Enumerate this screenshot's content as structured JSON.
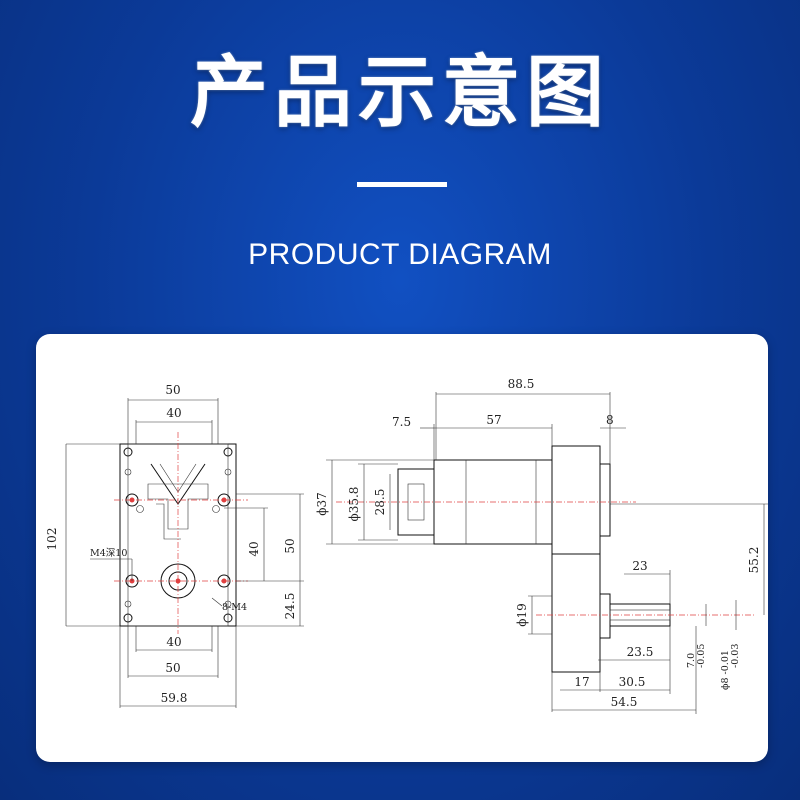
{
  "header": {
    "title": "产品示意图",
    "subtitle": "PRODUCT DIAGRAM"
  },
  "colors": {
    "background": "#0c3d9e",
    "panel": "#ffffff",
    "line": "#111111",
    "centerline": "#e04040"
  },
  "front_view": {
    "dim_top_outer": "50",
    "dim_top_inner": "40",
    "dim_height": "102",
    "dim_right_40": "40",
    "dim_right_50": "50",
    "dim_right_245": "24.5",
    "dim_bottom_inner": "40",
    "dim_bottom_outer": "50",
    "dim_bottom_width": "59.8",
    "label_m4": "M4深10",
    "label_8m4": "8-M4"
  },
  "side_view": {
    "dim_885": "88.5",
    "dim_75": "7.5",
    "dim_57": "57",
    "dim_8": "8",
    "dim_d37": "ϕ37",
    "dim_d358": "ϕ35.8",
    "dim_285": "28.5",
    "dim_552": "55.2",
    "dim_23": "23",
    "dim_d19": "ϕ19",
    "dim_235": "23.5",
    "dim_17": "17",
    "dim_305": "30.5",
    "dim_545": "54.5",
    "tol_7": "7.0",
    "tol_7b": "-0.05",
    "tol_8": "ϕ8 -0.01",
    "tol_8b": "-0.03"
  }
}
